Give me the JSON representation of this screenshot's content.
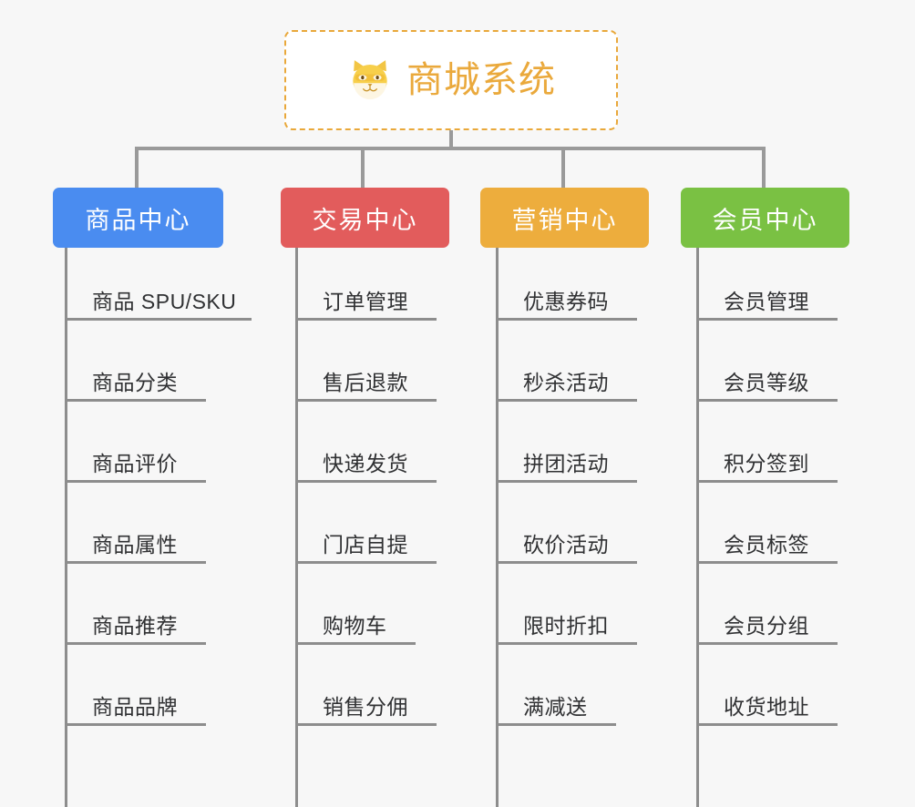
{
  "root": {
    "title": "商城系统",
    "icon": "shiba-dog-icon",
    "border_color": "#e9a83a",
    "text_color": "#eaa93c",
    "background": "#ffffff"
  },
  "canvas": {
    "background": "#f7f7f7",
    "connector_color": "#9a9a9a"
  },
  "columns": [
    {
      "label": "商品中心",
      "color": "#4a8cf0",
      "items": [
        "商品 SPU/SKU",
        "商品分类",
        "商品评价",
        "商品属性",
        "商品推荐",
        "商品品牌"
      ]
    },
    {
      "label": "交易中心",
      "color": "#e25c5c",
      "items": [
        "订单管理",
        "售后退款",
        "快递发货",
        "门店自提",
        "购物车",
        "销售分佣"
      ]
    },
    {
      "label": "营销中心",
      "color": "#edad3d",
      "items": [
        "优惠券码",
        "秒杀活动",
        "拼团活动",
        "砍价活动",
        "限时折扣",
        "满减送"
      ]
    },
    {
      "label": "会员中心",
      "color": "#7ac143",
      "items": [
        "会员管理",
        "会员等级",
        "积分签到",
        "会员标签",
        "会员分组",
        "收货地址"
      ]
    }
  ]
}
